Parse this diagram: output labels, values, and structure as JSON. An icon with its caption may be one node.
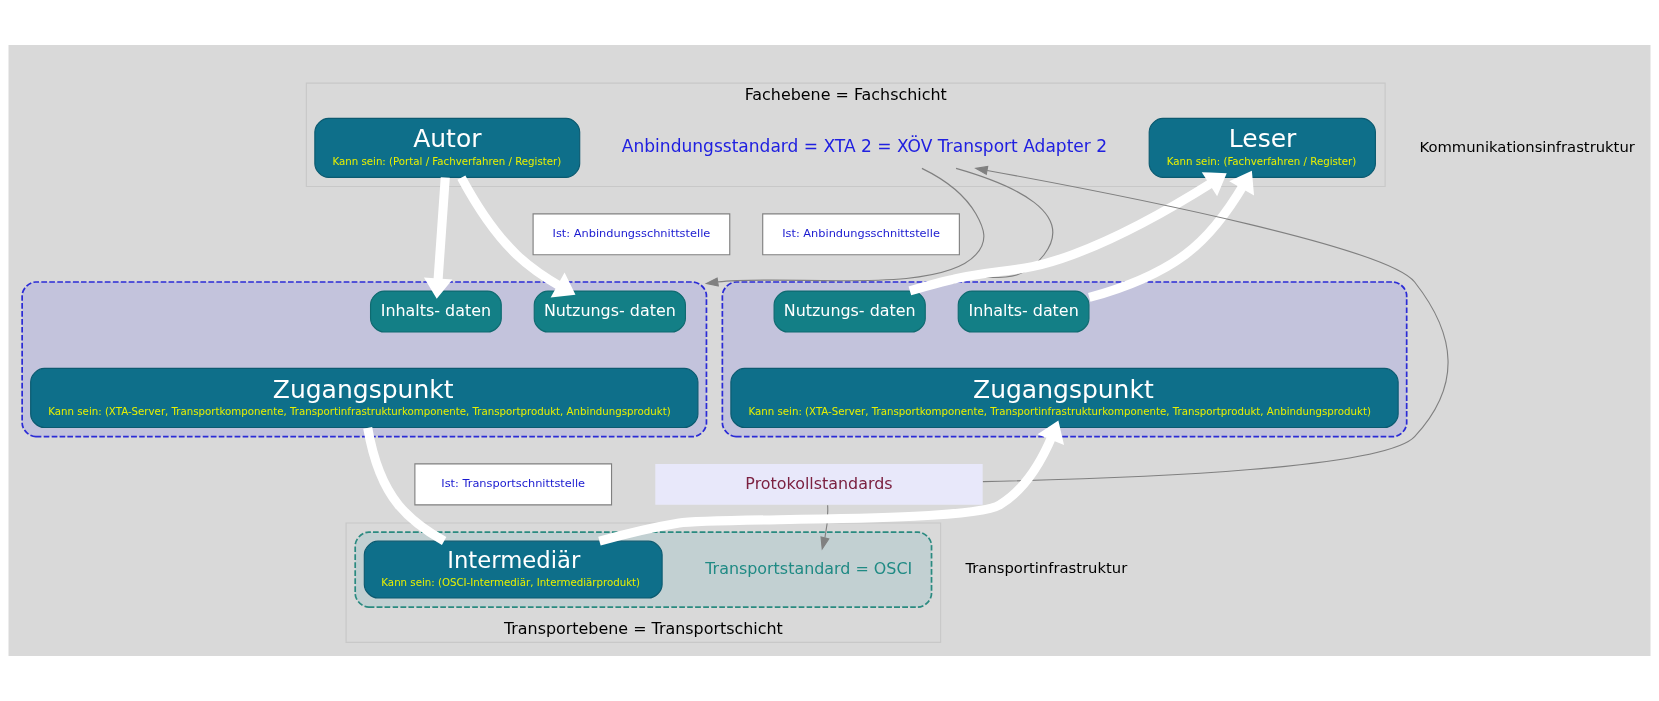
{
  "diagram": {
    "nodes": [
      {
        "text": [
          "Fachebene = Fachschicht"
        ]
      },
      {
        "text": [
          "Autor",
          "Kann sein: (Portal / Fachverfahren / Register)"
        ],
        "in": 0
      },
      {
        "text": [
          "Anbindungsstandard = XTA 2 = XÖV Transport Adapter 2"
        ],
        "in": 0
      },
      {
        "text": [
          "Leser",
          "Kann sein: (Fachverfahren / Register)"
        ],
        "in": 0
      },
      {
        "text": [],
        "shape": "box"
      },
      {
        "text": [
          "Ist: Anbindungsschnittstelle"
        ]
      },
      {
        "text": [
          "Nutzungs- daten"
        ],
        "in": 4
      },
      {
        "text": [
          "Inhalts- daten"
        ],
        "in": 4
      },
      {
        "text": [
          "Zugangspunkt",
          "Kann sein: (XTA-Server, Transportkomponente, Transportinfrastrukturkomponente, Transportprodukt, Anbindungsprodukt)"
        ],
        "in": 4
      },
      {
        "text": [],
        "shape": "box"
      },
      {
        "text": [
          "Ist: Anbindungsschnittstelle"
        ]
      },
      {
        "text": [
          "Nutzungs- daten"
        ],
        "in": 9
      },
      {
        "text": [
          "Inhalts- daten"
        ],
        "in": 9
      },
      {
        "text": [
          "Zugangspunkt",
          "Kann sein: (XTA-Server, Transportkomponente, Transportinfrastrukturkomponente, Transportprodukt, Anbindungsprodukt)"
        ],
        "in": 9
      },
      {
        "text": [
          "Protokollstandards"
        ]
      },
      {
        "text": [
          "Transportebene = Transportschicht"
        ]
      },
      {
        "text": [],
        "shape": "box",
        "in": 15
      },
      {
        "text": [
          "Ist: Transportschnittstelle"
        ]
      },
      {
        "text": [
          "Intermediär",
          "Kann sein: (OSCI-Intermediär, Intermediärprodukt)"
        ],
        "in": 16
      },
      {
        "text": [
          "Transportstandard = OSCI"
        ],
        "in": 16
      }
    ],
    "edges": [
      {
        "from": 1,
        "to": 6,
        "arrow": "to"
      },
      {
        "from": 1,
        "to": 7,
        "arrow": "to"
      },
      {
        "from": 11,
        "to": 3,
        "arrow": "to"
      },
      {
        "from": 12,
        "to": 3,
        "arrow": "to"
      },
      {
        "from": 2,
        "to": 4,
        "arrow": "to",
        "color": "#808080"
      },
      {
        "from": 2,
        "to": 9,
        "arrow": "to",
        "color": "#808080"
      },
      {
        "from": 14,
        "to": 2,
        "arrow": "to",
        "color": "#808080"
      },
      {
        "from": 14,
        "to": 19,
        "arrow": "to",
        "color": "#808080"
      },
      {
        "from": 8,
        "to": 18,
        "arrow": "none"
      },
      {
        "from": 18,
        "to": 13,
        "arrow": "to"
      }
    ],
    "labels": [
      "Kommunikationsinfrastruktur",
      "Transportinfrastruktur"
    ]
  }
}
